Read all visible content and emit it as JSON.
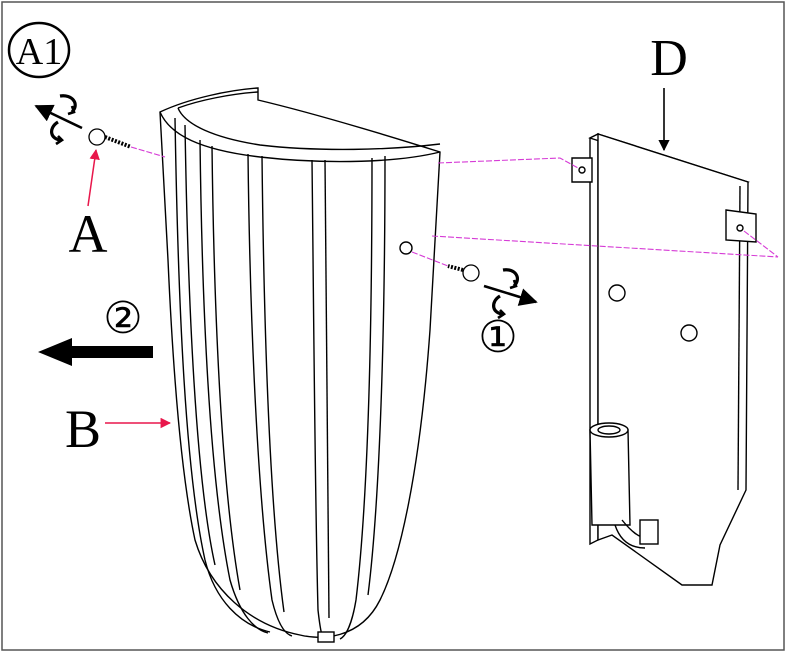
{
  "figure_label": "A1",
  "labels": {
    "screw": "A",
    "shade": "B",
    "mount_plate": "D"
  },
  "steps": {
    "unscrew_step": "①",
    "remove_step": "②"
  },
  "colors": {
    "line": "#000000",
    "pointer": "#e8174b",
    "guide": "#d63bd6",
    "frame": "#555555"
  }
}
